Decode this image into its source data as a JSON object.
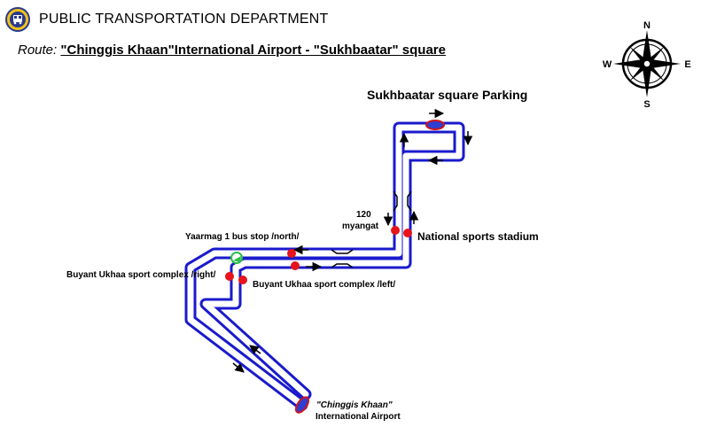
{
  "header": {
    "department": "PUBLIC TRANSPORTATION DEPARTMENT",
    "route_label": "Route:",
    "route_name": "\"Chinggis Khaan\"International Airport - \"Sukhbaatar\" square"
  },
  "compass": {
    "north": "N",
    "south": "S",
    "east": "E",
    "west": "W"
  },
  "map": {
    "colors": {
      "route": "#1a1acc",
      "stop": "#e8141b",
      "terminal_fill": "#2d3fd0",
      "terminal_ring": "#d0141b",
      "stop_start": "#2bbd4a"
    },
    "labels": {
      "sukhbaatar_parking": "Sukhbaatar square Parking",
      "myangat_number": "120",
      "myangat_name": "myangat",
      "national_stadium": "National sports stadium",
      "yaarmag": "Yaarmag 1 bus stop /north/",
      "buyant_right": "Buyant Ukhaa sport complex /right/",
      "buyant_left": "Buyant Ukhaa sport complex /left/",
      "airport_line1": "\"Chinggis Khaan\"",
      "airport_line2": "International Airport"
    }
  }
}
